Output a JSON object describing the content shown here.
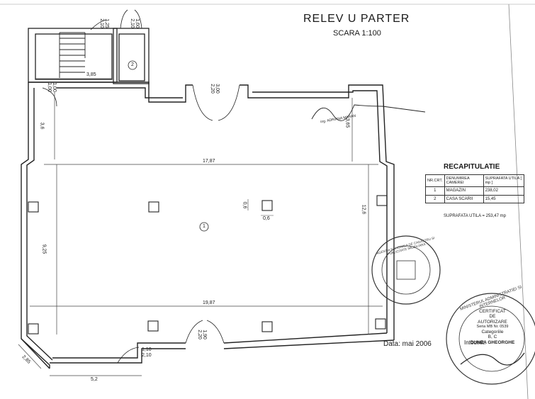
{
  "drawing": {
    "title": "RELEV   U PARTER",
    "scale": "SCARA 1:100",
    "date": "Data: mai 2006",
    "signature_name": "ing. ADRIANA MARAN"
  },
  "dimensions": {
    "stair_w": "3,85",
    "door_top_left": "1,25\n2,10",
    "door_top_right": "1,60\n2,10",
    "door_left": "1,00\n1,00",
    "door_main": "3,00\n2,20",
    "height_left": "3,6",
    "height_right": "3,65",
    "width_top": "17,87",
    "depth_right": "12,6",
    "depth_left": "9,25",
    "width_bottom": "19,87",
    "door_bottom": "1,90\n2,20",
    "window_bottom": "1,10\n2,10",
    "bay_len": "5,2",
    "angle_side": "2,85",
    "col_a": "0,6",
    "col_b": "0,6"
  },
  "rooms": [
    {
      "label": "1"
    },
    {
      "label": "2"
    }
  ],
  "recap": {
    "title": "RECAPITULATIE",
    "headers": [
      "NR.CRT.",
      "DENUMIREA CAMEREI",
      "SUPRAFATA UTILA [ mp ]"
    ],
    "rows": [
      [
        "1",
        "MAGAZIN",
        "238,02"
      ],
      [
        "2",
        "CASA SCARII",
        "15,45"
      ]
    ],
    "total": "SUPRAFATA UTILA = 253,47 mp"
  },
  "stamps": {
    "agency_seal": "AGENTIA NATIONALA DE CADASTRU SI PUBLICITATE IMOBILIARA",
    "cert_ring": "MINISTERUL ADMINISTRATIEI SI INTERNELOR",
    "cert_line1": "CERTIFICAT",
    "cert_line2": "DE",
    "cert_line3": "AUTORIZARE",
    "cert_line4": "Seria MB Nr. 0539",
    "cert_line5": "Categoriile",
    "cert_line6": "B, C",
    "cert_name": "DUNEA GHEORGHE",
    "cert_label": "Intocmit:"
  }
}
